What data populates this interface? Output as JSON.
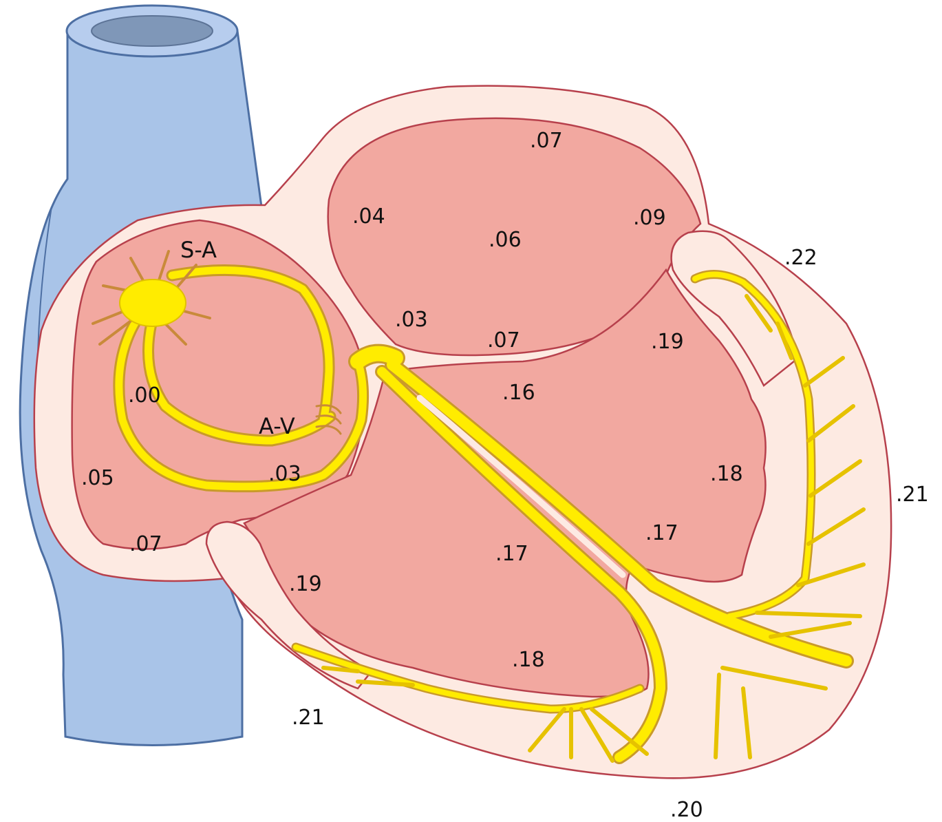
{
  "colors": {
    "vessel": "#a9c4e8",
    "vessel_stroke": "#4d6fa3",
    "vessel_lumen": "#7f97b8",
    "wall": "#fdeae2",
    "wall_stroke": "#b7404c",
    "chamber": "#f2a8a0",
    "conduction": "#ffec00",
    "conduction_stroke": "#c99a2a",
    "text": "#111111"
  },
  "nodes": {
    "sa": "S-A",
    "av": "A-V"
  },
  "timings": {
    "t_0_00": ".00",
    "t_0_03_a": ".03",
    "t_0_03_b": ".03",
    "t_0_04": ".04",
    "t_0_05": ".05",
    "t_0_06": ".06",
    "t_0_07_a": ".07",
    "t_0_07_b": ".07",
    "t_0_07_c": ".07",
    "t_0_09": ".09",
    "t_0_16": ".16",
    "t_0_17_a": ".17",
    "t_0_17_b": ".17",
    "t_0_18_a": ".18",
    "t_0_18_b": ".18",
    "t_0_19_a": ".19",
    "t_0_19_b": ".19",
    "t_0_20": ".20",
    "t_0_21_a": ".21",
    "t_0_21_b": ".21",
    "t_0_22": ".22"
  }
}
